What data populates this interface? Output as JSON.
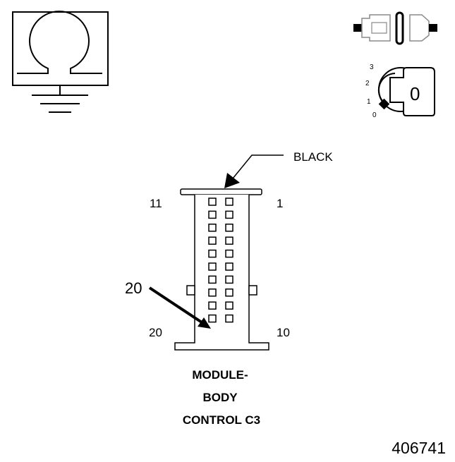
{
  "connector": {
    "color_label": "BLACK",
    "pin_labels": {
      "top_left": "11",
      "top_right": "1",
      "bottom_left": "20",
      "bottom_right": "10"
    },
    "callout_pin": "20",
    "name_lines": [
      "MODULE-",
      "BODY",
      "CONTROL C3"
    ],
    "pins_per_row": 10,
    "columns": 2
  },
  "ignition_switch": {
    "positions": [
      "3",
      "2",
      "1",
      "0"
    ],
    "key_label": "0"
  },
  "figure_id": "406741",
  "icons": {
    "ohmmeter": "ohm-symbol-icon",
    "ground": "ground-icon",
    "connector_disconnect": "connector-disconnect-icon",
    "ignition_key": "ignition-key-icon"
  },
  "colors": {
    "line": "#000000",
    "light_outline": "#8a8a8a",
    "background": "#ffffff"
  }
}
